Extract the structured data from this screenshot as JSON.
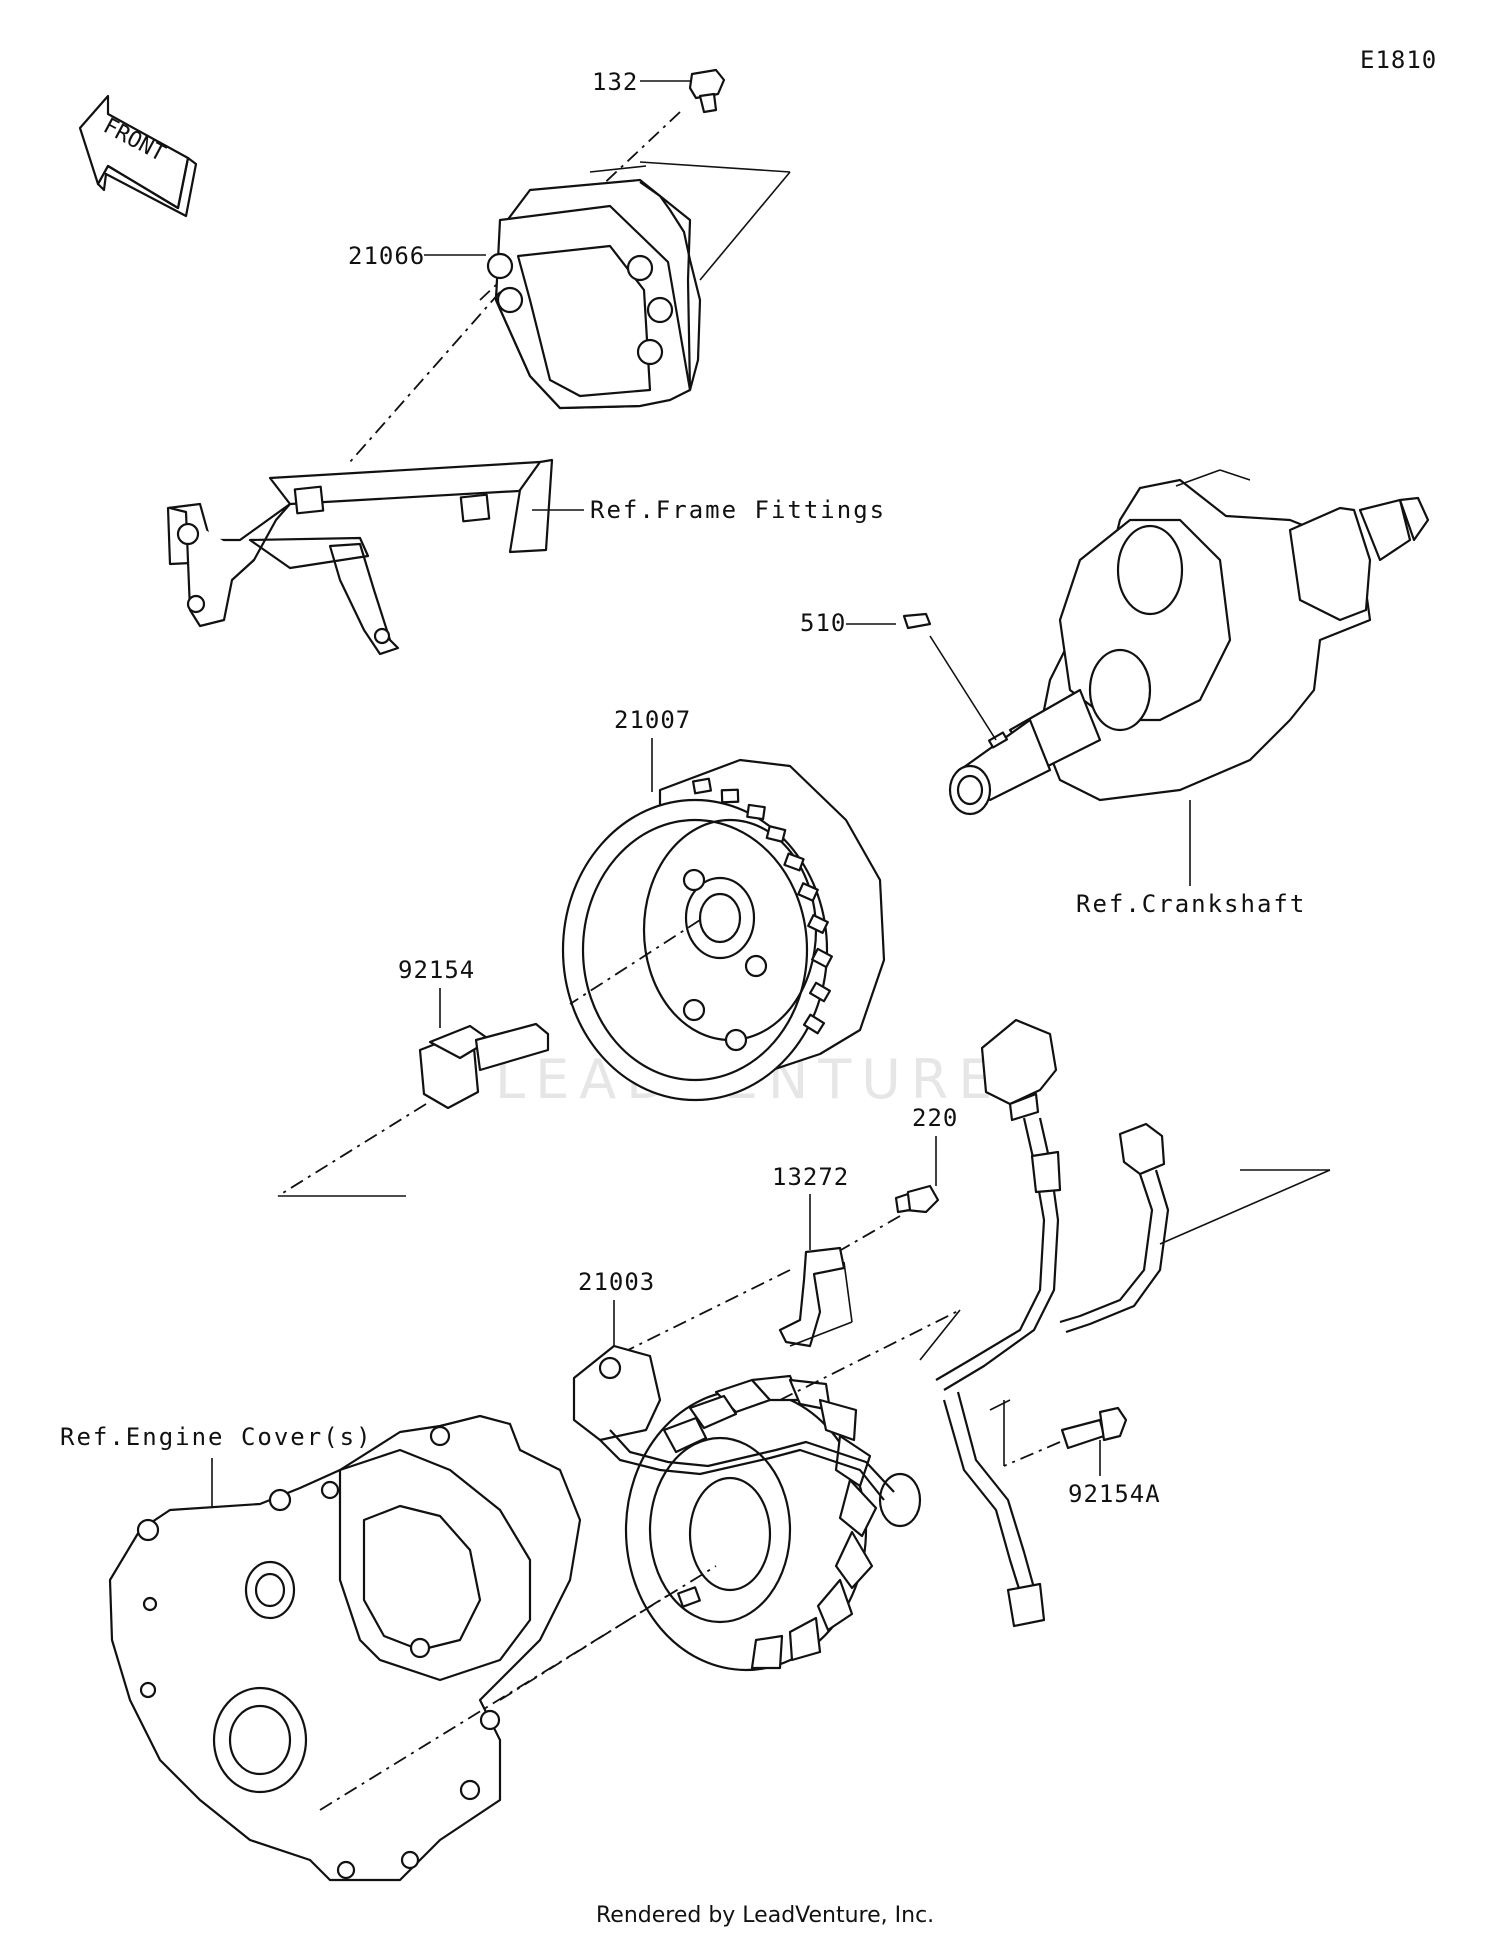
{
  "diagram_code": "E1810",
  "front_indicator": "FRONT",
  "watermark": "LEADVENTURE",
  "footer": "Rendered by LeadVenture, Inc.",
  "parts": {
    "p132": "132",
    "p21066": "21066",
    "p510": "510",
    "p21007": "21007",
    "p92154": "92154",
    "p220": "220",
    "p13272": "13272",
    "p21003": "21003",
    "p92154a": "92154A"
  },
  "references": {
    "frame": "Ref.Frame Fittings",
    "crankshaft": "Ref.Crankshaft",
    "engine_cover": "Ref.Engine Cover(s)"
  },
  "icons": {
    "front": "front-arrow-icon"
  }
}
